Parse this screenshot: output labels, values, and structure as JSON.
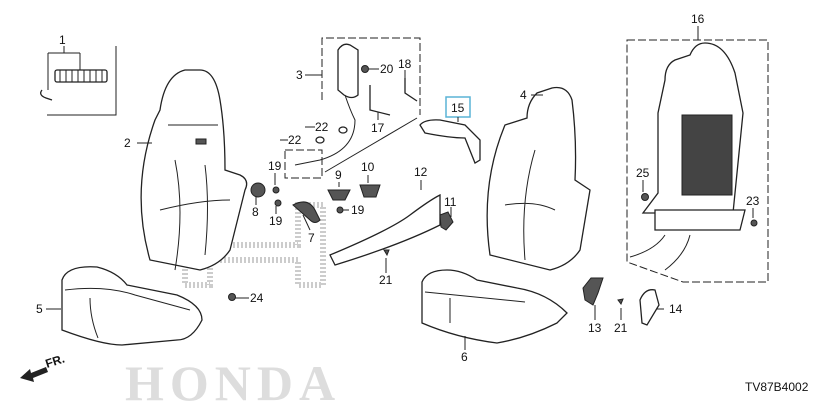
{
  "diagram": {
    "watermark_brand": "HONDA",
    "diagram_code": "TV87B4002",
    "front_arrow_label": "FR.",
    "highlight_color": "#5ab4d6",
    "labels": {
      "p1": "1",
      "p2": "2",
      "p3": "3",
      "p4": "4",
      "p5": "5",
      "p6": "6",
      "p7": "7",
      "p8": "8",
      "p9": "9",
      "p10": "10",
      "p11": "11",
      "p12": "12",
      "p13": "13",
      "p14": "14",
      "p15": "15",
      "p16": "16",
      "p17": "17",
      "p18": "18",
      "p19": "19",
      "p20": "20",
      "p21": "21",
      "p22": "22",
      "p23": "23",
      "p24": "24",
      "p25": "25"
    }
  }
}
